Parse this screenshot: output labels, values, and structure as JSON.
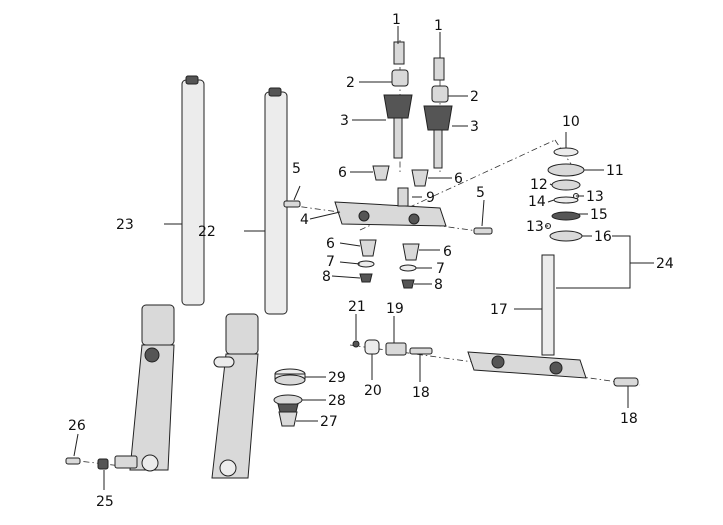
{
  "callouts": {
    "c1a": "1",
    "c1b": "1",
    "c2a": "2",
    "c2b": "2",
    "c3a": "3",
    "c3b": "3",
    "c4": "4",
    "c5a": "5",
    "c5b": "5",
    "c6a": "6",
    "c6b": "6",
    "c6c": "6",
    "c6d": "6",
    "c7a": "7",
    "c7b": "7",
    "c8a": "8",
    "c8b": "8",
    "c9": "9",
    "c10": "10",
    "c11": "11",
    "c12": "12",
    "c13a": "13",
    "c13b": "13",
    "c14": "14",
    "c15": "15",
    "c16": "16",
    "c17": "17",
    "c18a": "18",
    "c18b": "18",
    "c19": "19",
    "c20": "20",
    "c21": "21",
    "c22": "22",
    "c23": "23",
    "c24": "24",
    "c25": "25",
    "c26": "26",
    "c27": "27",
    "c28": "28",
    "c29": "29"
  }
}
